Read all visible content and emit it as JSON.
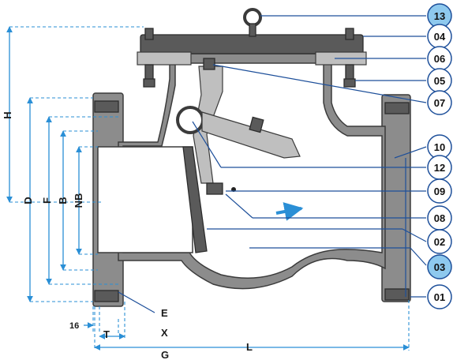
{
  "callouts": [
    {
      "id": "c13",
      "label": "13",
      "highlight": true
    },
    {
      "id": "c04",
      "label": "04",
      "highlight": false
    },
    {
      "id": "c06",
      "label": "06",
      "highlight": false
    },
    {
      "id": "c05",
      "label": "05",
      "highlight": false
    },
    {
      "id": "c07",
      "label": "07",
      "highlight": false
    },
    {
      "id": "c10",
      "label": "10",
      "highlight": false
    },
    {
      "id": "c12",
      "label": "12",
      "highlight": false
    },
    {
      "id": "c09",
      "label": "09",
      "highlight": false
    },
    {
      "id": "c08",
      "label": "08",
      "highlight": false
    },
    {
      "id": "c02",
      "label": "02",
      "highlight": false
    },
    {
      "id": "c03",
      "label": "03",
      "highlight": true
    },
    {
      "id": "c01",
      "label": "01",
      "highlight": false
    }
  ],
  "dimensions": {
    "H": "H",
    "D": "D",
    "F": "F",
    "B": "B",
    "NB": "NB",
    "E": "E",
    "X": "X",
    "T": "T",
    "L": "L",
    "G": "G",
    "sixteen": "16"
  },
  "colors": {
    "callout_highlight": "#8ec9ee",
    "dimension_line": "#2a8fd6",
    "leader_line": "#1d4f9a",
    "body_gray": "#8c8c8c",
    "flow_arrow": "#2a8fd6"
  }
}
